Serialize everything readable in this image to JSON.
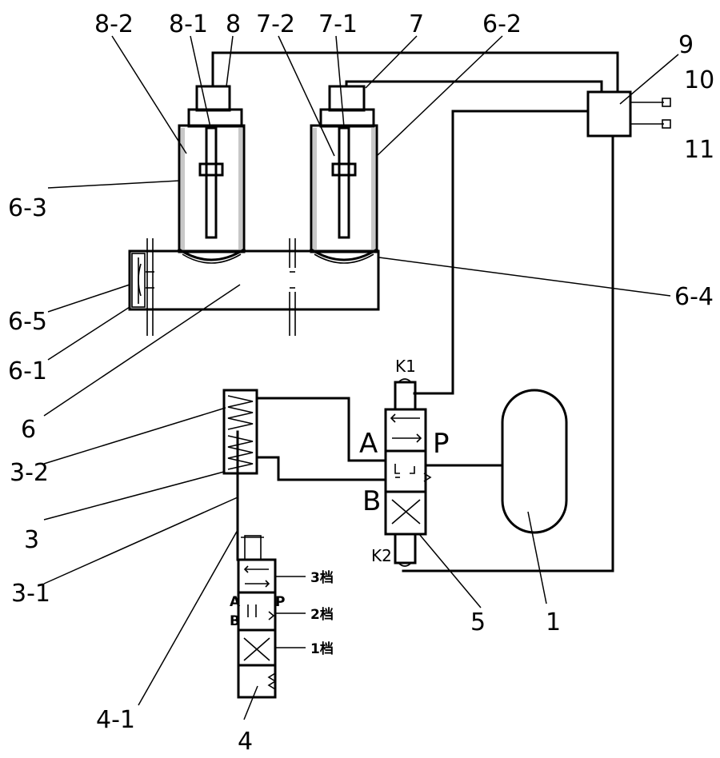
{
  "labels": {
    "l_8_2": "8-2",
    "l_8_1": "8-1",
    "l_8": "8",
    "l_7_2": "7-2",
    "l_7_1": "7-1",
    "l_7": "7",
    "l_6_2": "6-2",
    "l_9": "9",
    "l_10": "10",
    "l_11": "11",
    "l_6_3": "6-3",
    "l_6_4": "6-4",
    "l_6_5": "6-5",
    "l_6_1": "6-1",
    "l_6": "6",
    "l_3_2": "3-2",
    "l_3": "3",
    "l_3_1": "3-1",
    "l_4_1": "4-1",
    "l_4": "4",
    "l_5": "5",
    "l_1": "1"
  },
  "ports": {
    "k1": "K1",
    "k2": "K2",
    "a_main": "A",
    "b_main": "B",
    "p_main": "P",
    "a_small": "A",
    "b_small": "B",
    "p_small": "P",
    "pos3": "3档",
    "pos2": "2档",
    "pos1": "1档"
  }
}
